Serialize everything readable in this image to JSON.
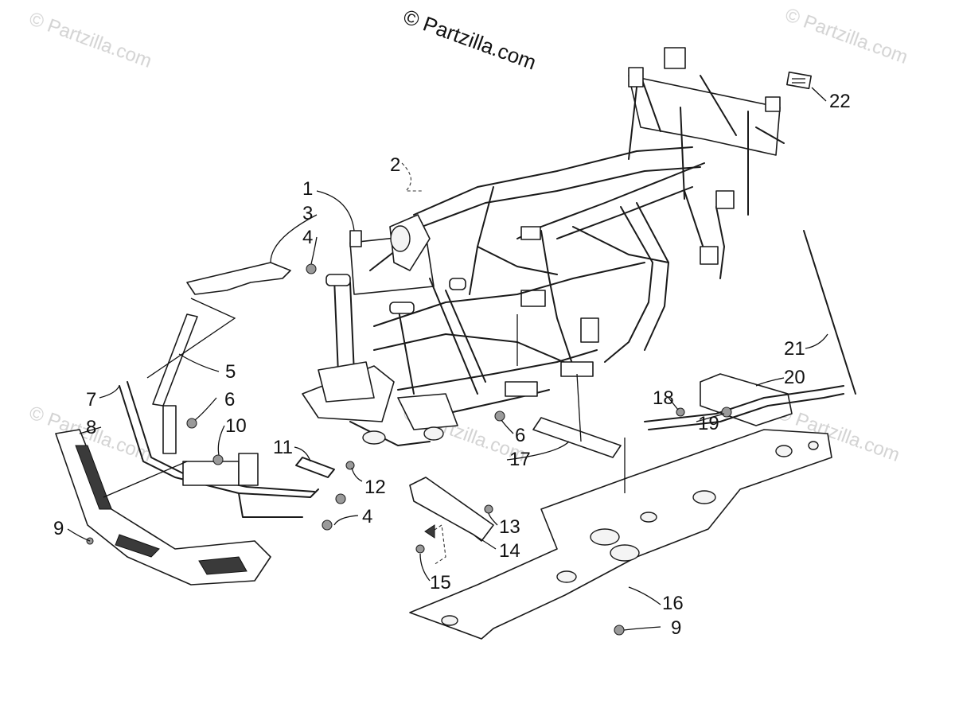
{
  "copyright": "© Partzilla.com",
  "watermarks": [
    "© Partzilla.com",
    "© Partzilla.com",
    "© Partzilla.com",
    "© Partzilla.com",
    "© Partzilla.com",
    "© Partzilla.com"
  ],
  "callouts": [
    "1",
    "2",
    "3",
    "4",
    "4",
    "5",
    "6",
    "6",
    "7",
    "8",
    "9",
    "9",
    "10",
    "11",
    "12",
    "13",
    "14",
    "15",
    "16",
    "17",
    "18",
    "19",
    "20",
    "21",
    "22"
  ],
  "colors": {
    "ink": "#111111",
    "watermark": "#cfcfcf",
    "background": "#ffffff"
  }
}
